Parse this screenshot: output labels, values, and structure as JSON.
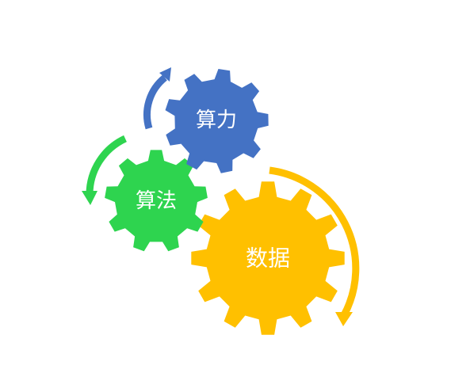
{
  "gears": [
    {
      "id": "compute",
      "label": "算力",
      "color": "#4472C4"
    },
    {
      "id": "algorithm",
      "label": "算法",
      "color": "#2ED44F"
    },
    {
      "id": "data",
      "label": "数据",
      "color": "#FFC000"
    }
  ],
  "arrows": {
    "compute_color": "#4472C4",
    "algorithm_color": "#2ED44F",
    "data_color": "#FFC000"
  }
}
